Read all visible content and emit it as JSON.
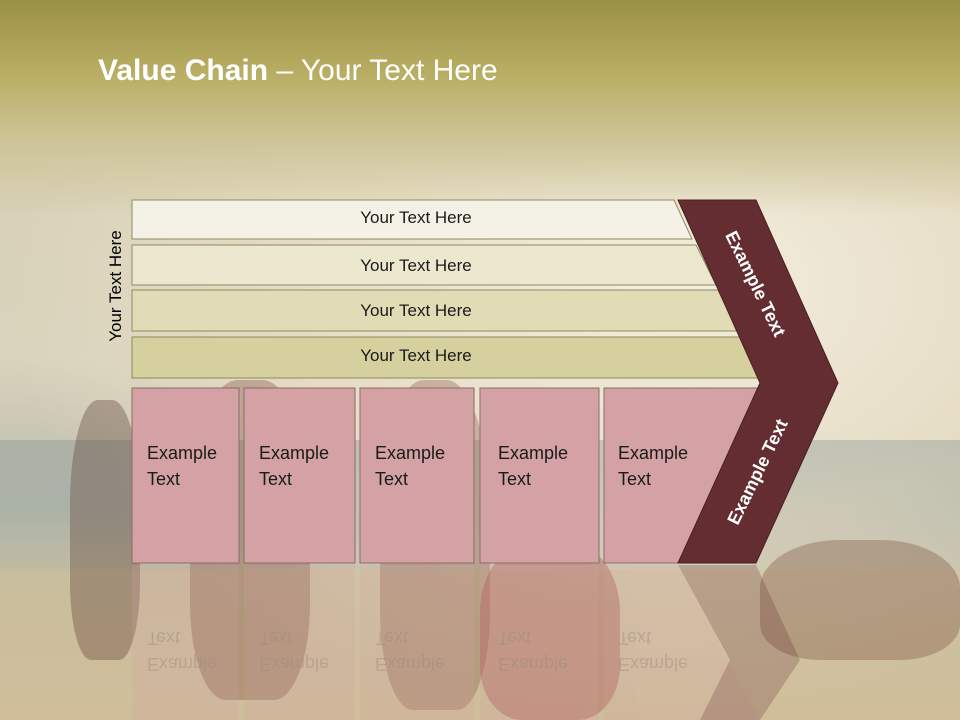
{
  "slide": {
    "title_bold": "Value Chain",
    "title_rest": " – Your Text Here",
    "side_label": "Your Text Here"
  },
  "rows": [
    {
      "label": "Your Text Here"
    },
    {
      "label": "Your Text Here"
    },
    {
      "label": "Your Text Here"
    },
    {
      "label": "Your Text Here"
    }
  ],
  "cells": [
    {
      "line1": "Example",
      "line2": "Text"
    },
    {
      "line1": "Example",
      "line2": "Text"
    },
    {
      "line1": "Example",
      "line2": "Text"
    },
    {
      "line1": "Example",
      "line2": "Text"
    },
    {
      "line1": "Example",
      "line2": "Text"
    }
  ],
  "arrow": {
    "upper_label": "Example Text",
    "lower_label": "Example Text"
  },
  "colors": {
    "row_fills": [
      "#f4f2e6",
      "#ece8d0",
      "#e1dcb6",
      "#d6cf9e"
    ],
    "row_stroke": "#8e8a5e",
    "cell_fill": "#d4a2a4",
    "cell_stroke": "#8d6a68",
    "arrow_fill": "#632d31",
    "title": "#ffffff"
  }
}
